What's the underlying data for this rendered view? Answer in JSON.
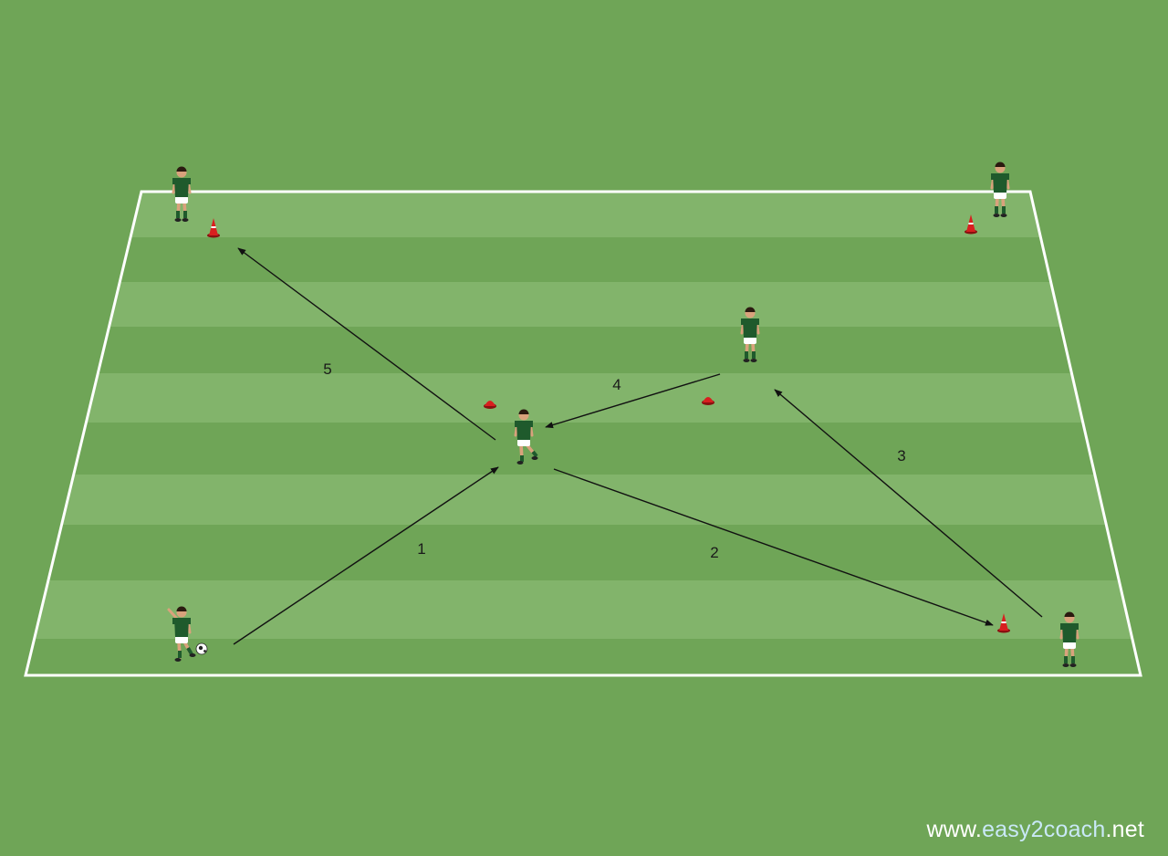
{
  "colors": {
    "background": "#6fa557",
    "stripe_light": "#82b46b",
    "stripe_dark": "#6fa557",
    "lines": "#ffffff",
    "arrow": "#111111",
    "jersey": "#1f5a2c",
    "shorts": "#ffffff",
    "cone": "#d81f1f"
  },
  "drill": {
    "players": [
      {
        "id": "top-left",
        "pose": "standing"
      },
      {
        "id": "top-right",
        "pose": "standing"
      },
      {
        "id": "upper-middle",
        "pose": "standing"
      },
      {
        "id": "center",
        "pose": "running"
      },
      {
        "id": "bottom-left",
        "pose": "kicking",
        "has_ball": true
      },
      {
        "id": "bottom-right",
        "pose": "standing"
      }
    ],
    "cones": [
      {
        "id": "top-left",
        "type": "tall"
      },
      {
        "id": "top-right",
        "type": "tall"
      },
      {
        "id": "center-left",
        "type": "flat"
      },
      {
        "id": "center-right",
        "type": "flat"
      },
      {
        "id": "bottom-right",
        "type": "tall"
      }
    ],
    "passes": [
      {
        "step": "1",
        "from": "bottom-left player",
        "to": "center player"
      },
      {
        "step": "2",
        "from": "center player",
        "to": "bottom-right cone"
      },
      {
        "step": "3",
        "from": "bottom-right player",
        "to": "upper-middle player"
      },
      {
        "step": "4",
        "from": "upper-middle player",
        "to": "center player"
      },
      {
        "step": "5",
        "from": "center player",
        "to": "top-left cone"
      }
    ]
  },
  "watermark": {
    "prefix": "www.",
    "brand": "easy2coach",
    "suffix": ".net"
  }
}
